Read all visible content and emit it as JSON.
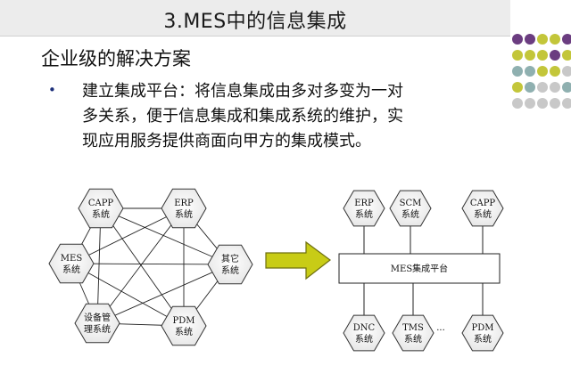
{
  "header": {
    "title": "3.MES中的信息集成"
  },
  "subtitle": "企业级的解决方案",
  "bullet": {
    "marker": "•",
    "lines": [
      "建立集成平台：将信息集成由多对多变为一对",
      "多关系，便于信息集成和集成系统的维护，实",
      "现应用服务提供商面向甲方的集成模式。"
    ]
  },
  "left_diagram": {
    "nodes": [
      {
        "id": "capp",
        "line1": "CAPP",
        "line2": "系统"
      },
      {
        "id": "erp",
        "line1": "ERP",
        "line2": "系统"
      },
      {
        "id": "mes",
        "line1": "MES",
        "line2": "系统"
      },
      {
        "id": "other",
        "line1": "其它",
        "line2": "系统"
      },
      {
        "id": "equip",
        "line1": "设备管",
        "line2": "理系统"
      },
      {
        "id": "pdm",
        "line1": "PDM",
        "line2": "系统"
      }
    ]
  },
  "right_diagram": {
    "platform_label": "MES集成平台",
    "top_nodes": [
      {
        "id": "erp",
        "line1": "ERP",
        "line2": "系统"
      },
      {
        "id": "scm",
        "line1": "SCM",
        "line2": "系统"
      },
      {
        "id": "capp",
        "line1": "CAPP",
        "line2": "系统"
      }
    ],
    "bottom_nodes": [
      {
        "id": "dnc",
        "line1": "DNC",
        "line2": "系统"
      },
      {
        "id": "tms",
        "line1": "TMS",
        "line2": "系统"
      },
      {
        "id": "pdm",
        "line1": "PDM",
        "line2": "系统"
      }
    ],
    "ellipsis": "···"
  },
  "colors": {
    "arrow_fill": "#c8cc16",
    "dot_purple": "#6b3d80",
    "dot_olive": "#c3c63a",
    "dot_teal": "#8fb0b0",
    "dot_gray": "#c8c8c8"
  }
}
